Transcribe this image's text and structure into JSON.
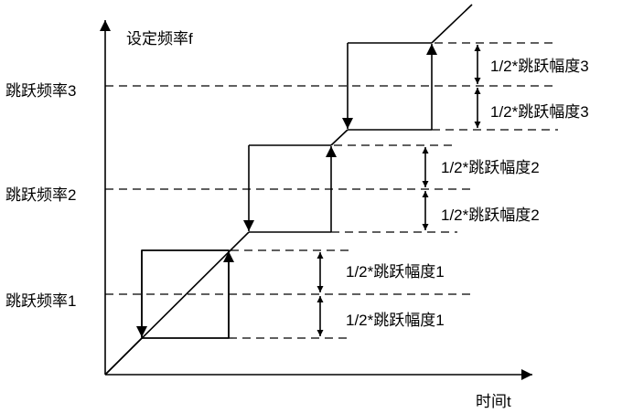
{
  "y_axis_label": "设定频率f",
  "x_axis_label": "时间t",
  "skip_frequencies": [
    {
      "label": "跳跃频率1",
      "upper_label": "1/2*跳跃幅度1",
      "lower_label": "1/2*跳跃幅度1"
    },
    {
      "label": "跳跃频率2",
      "upper_label": "1/2*跳跃幅度2",
      "lower_label": "1/2*跳跃幅度2"
    },
    {
      "label": "跳跃频率3",
      "upper_label": "1/2*跳跃幅度3",
      "lower_label": "1/2*跳跃幅度3"
    }
  ],
  "colors": {
    "line": "#000000",
    "background": "#ffffff"
  }
}
